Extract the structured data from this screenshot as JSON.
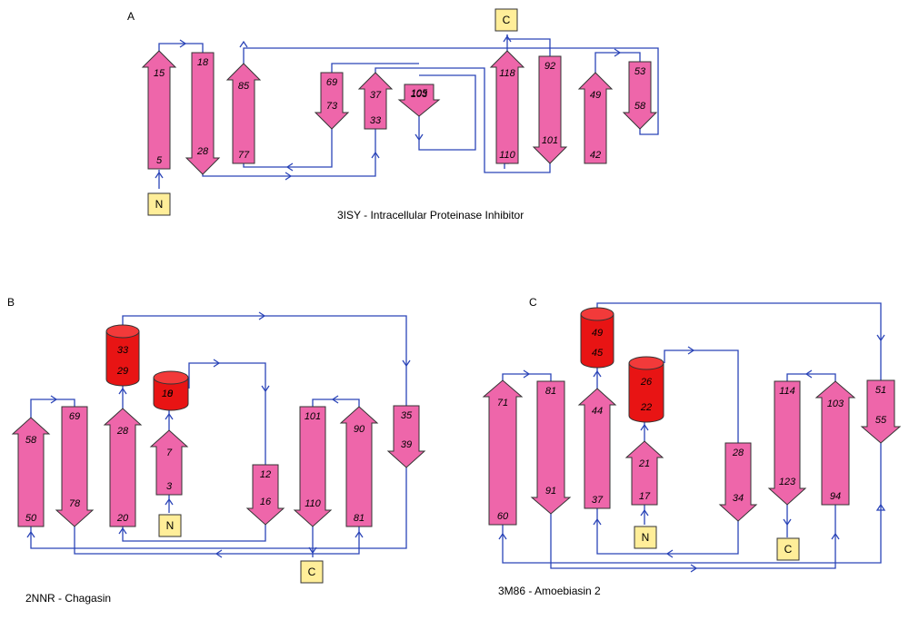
{
  "colors": {
    "strand": "#ee66aa",
    "helix": "#e81414",
    "terminus": "#ffee99",
    "connector": "#2b45b8"
  },
  "panels": {
    "A": {
      "letter": "A",
      "caption": "3ISY - Intracellular Proteinase Inhibitor",
      "strands": [
        {
          "id": "A1",
          "dir": "up",
          "top": "15",
          "bottom": "5"
        },
        {
          "id": "A2",
          "dir": "down",
          "top": "18",
          "bottom": "28"
        },
        {
          "id": "A3",
          "dir": "up",
          "top": "85",
          "bottom": "77"
        },
        {
          "id": "A4",
          "dir": "down",
          "top": "69",
          "bottom": "73"
        },
        {
          "id": "A5",
          "dir": "up",
          "top": "37",
          "bottom": "33"
        },
        {
          "id": "A6",
          "dir": "down",
          "top": "103",
          "bottom": "105"
        },
        {
          "id": "A7",
          "dir": "up",
          "top": "118",
          "bottom": "110"
        },
        {
          "id": "A8",
          "dir": "down",
          "top": "92",
          "bottom": "101"
        },
        {
          "id": "A9",
          "dir": "up",
          "top": "49",
          "bottom": "42"
        },
        {
          "id": "A10",
          "dir": "down",
          "top": "53",
          "bottom": "58"
        }
      ],
      "termini": {
        "n": "N",
        "c": "C"
      }
    },
    "B": {
      "letter": "B",
      "caption": "2NNR - Chagasin",
      "strands": [
        {
          "id": "B1",
          "dir": "up",
          "top": "58",
          "bottom": "50"
        },
        {
          "id": "B2",
          "dir": "down",
          "top": "69",
          "bottom": "78"
        },
        {
          "id": "B3",
          "dir": "up",
          "top": "28",
          "bottom": "20"
        },
        {
          "id": "B4",
          "dir": "up",
          "top": "7",
          "bottom": "3"
        },
        {
          "id": "B5",
          "dir": "down",
          "top": "12",
          "bottom": "16"
        },
        {
          "id": "B6",
          "dir": "down",
          "top": "101",
          "bottom": "110"
        },
        {
          "id": "B7",
          "dir": "up",
          "top": "90",
          "bottom": "81"
        },
        {
          "id": "B8",
          "dir": "down",
          "top": "35",
          "bottom": "39"
        }
      ],
      "helices": [
        {
          "id": "BH1",
          "top": "33",
          "bottom": "29"
        },
        {
          "id": "BH2",
          "top": "10",
          "bottom": "8"
        }
      ],
      "termini": {
        "n": "N",
        "c": "C"
      }
    },
    "C": {
      "letter": "C",
      "caption": "3M86 - Amoebiasin 2",
      "strands": [
        {
          "id": "C1",
          "dir": "up",
          "top": "71",
          "bottom": "60"
        },
        {
          "id": "C2",
          "dir": "down",
          "top": "81",
          "bottom": "91"
        },
        {
          "id": "C3",
          "dir": "up",
          "top": "44",
          "bottom": "37"
        },
        {
          "id": "C4",
          "dir": "up",
          "top": "21",
          "bottom": "17"
        },
        {
          "id": "C5",
          "dir": "down",
          "top": "28",
          "bottom": "34"
        },
        {
          "id": "C6",
          "dir": "down",
          "top": "114",
          "bottom": "123"
        },
        {
          "id": "C7",
          "dir": "up",
          "top": "103",
          "bottom": "94"
        },
        {
          "id": "C8",
          "dir": "down",
          "top": "51",
          "bottom": "55"
        }
      ],
      "helices": [
        {
          "id": "CH1",
          "top": "49",
          "bottom": "45"
        },
        {
          "id": "CH2",
          "top": "26",
          "bottom": "22"
        }
      ],
      "termini": {
        "n": "N",
        "c": "C"
      }
    }
  }
}
